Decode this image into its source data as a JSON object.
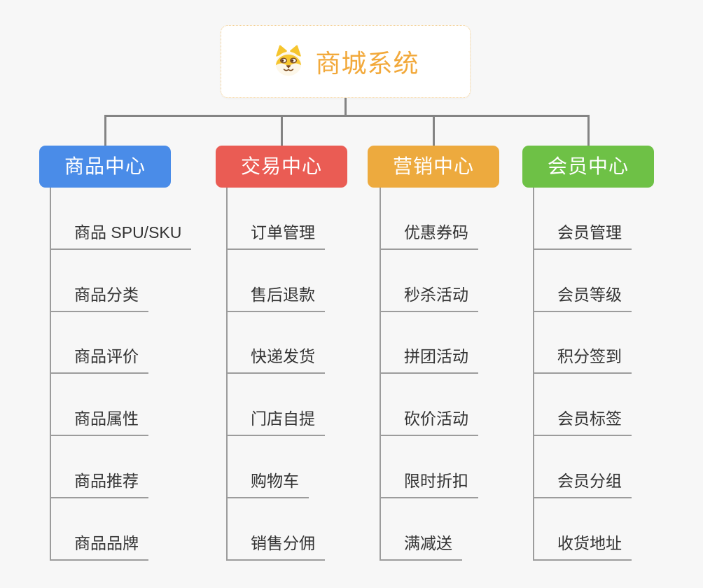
{
  "root": {
    "title": "商城系统",
    "icon": "dog-face-icon"
  },
  "branches": [
    {
      "id": "product-center",
      "label": "商品中心",
      "color": "#4a8ce8",
      "items": [
        "商品 SPU/SKU",
        "商品分类",
        "商品评价",
        "商品属性",
        "商品推荐",
        "商品品牌"
      ]
    },
    {
      "id": "trade-center",
      "label": "交易中心",
      "color": "#ea5c54",
      "items": [
        "订单管理",
        "售后退款",
        "快递发货",
        "门店自提",
        "购物车",
        "销售分佣"
      ]
    },
    {
      "id": "marketing-center",
      "label": "营销中心",
      "color": "#edaa3e",
      "items": [
        "优惠券码",
        "秒杀活动",
        "拼团活动",
        "砍价活动",
        "限时折扣",
        "满减送"
      ]
    },
    {
      "id": "member-center",
      "label": "会员中心",
      "color": "#6ec146",
      "items": [
        "会员管理",
        "会员等级",
        "积分签到",
        "会员标签",
        "会员分组",
        "收货地址"
      ]
    }
  ],
  "colors": {
    "background": "#f7f7f7",
    "root_text": "#f2a93b",
    "root_border": "#f3cd8d",
    "connector": "#848484",
    "branch_line": "#9c9c9c",
    "leaf_text": "#333333"
  }
}
